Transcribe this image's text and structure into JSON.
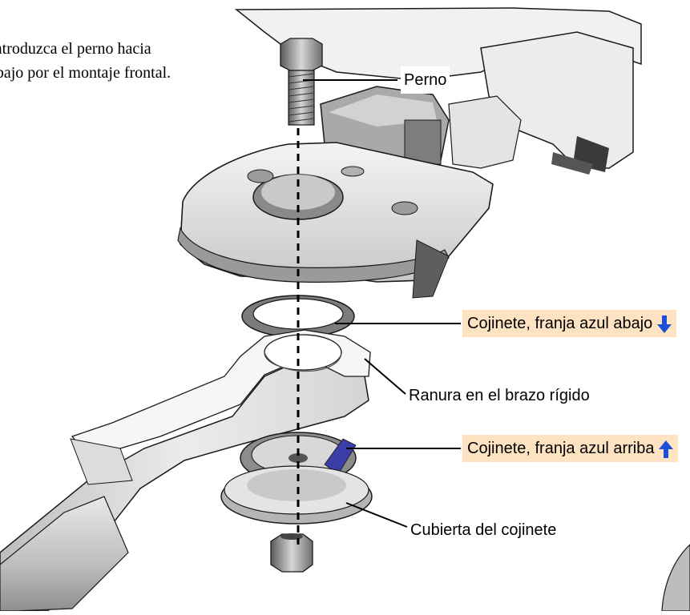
{
  "instruction": {
    "line1": "Introduzca el perno hacia",
    "line2": "abajo por el montaje frontal."
  },
  "callouts": {
    "bolt": "Perno",
    "bearing_top": "Cojinete, franja azul abajo",
    "slot": "Ranura en el brazo rígido",
    "bearing_bottom": "Cojinete, franja azul arriba",
    "cover": "Cubierta del cojinete"
  },
  "colors": {
    "highlight": "#fde3c2",
    "arrow_blue": "#1e4fd8",
    "stripe_blue": "#3a3fa8"
  },
  "icons": {
    "down": "arrow-down-icon",
    "up": "arrow-up-icon"
  }
}
